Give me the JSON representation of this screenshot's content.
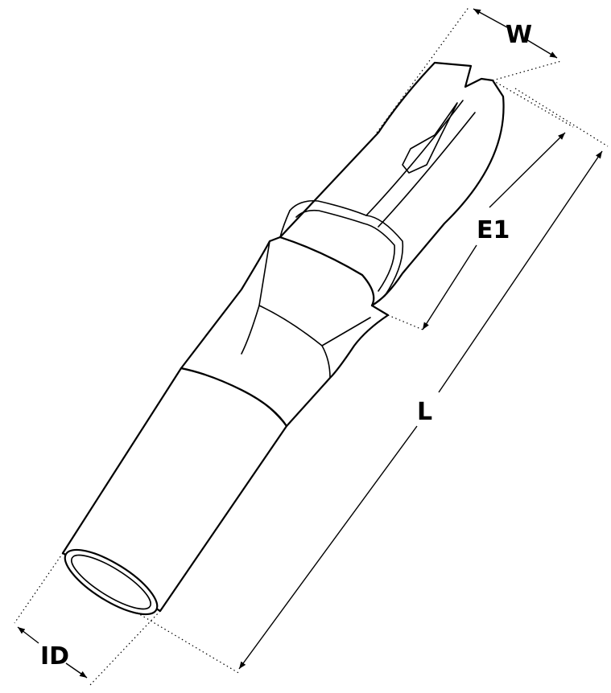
{
  "diagram": {
    "part": "bullet-terminal",
    "dimensions": {
      "width_label": "W",
      "engagement_label": "E1",
      "length_label": "L",
      "inner_diameter_label": "ID"
    },
    "colors": {
      "line": "#000000",
      "background": "#ffffff"
    }
  }
}
